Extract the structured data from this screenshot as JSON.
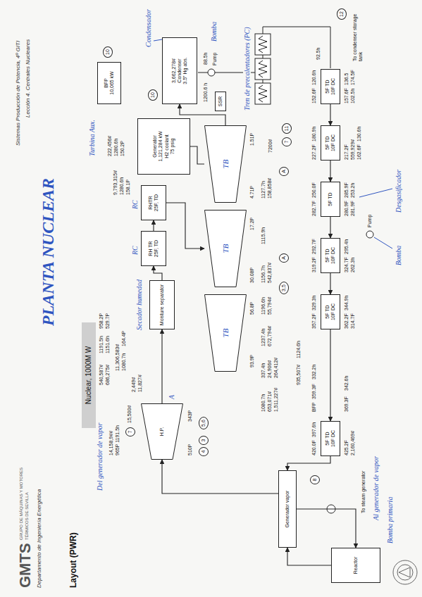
{
  "diagram": {
    "title": "PLANTA NUCLEAR",
    "nodes": [
      {
        "text": [
          "Reactor"
        ]
      },
      {
        "text": [
          "Generador vapor"
        ]
      },
      {
        "text": [
          "H.P."
        ]
      },
      {
        "text": [
          "Moisture separator"
        ]
      },
      {
        "text": [
          "RH TR",
          "25F, TD"
        ]
      },
      {
        "text": [
          "RHTR",
          "25F, TD"
        ]
      },
      {
        "text": [
          "TB"
        ]
      },
      {
        "text": [
          "TB"
        ]
      },
      {
        "text": [
          "TB"
        ]
      },
      {
        "text": [
          "Generator",
          "1,121,284 kW",
          "H2 coolant",
          "75 psig"
        ]
      },
      {
        "text": [
          "BFP",
          "10,065 kW"
        ]
      },
      {
        "text": [
          "3,662,278#",
          "Condenser",
          "3.5\" Hg abs."
        ]
      },
      {
        "text": [
          "SSR"
        ]
      },
      {
        "text": [
          "5F TD",
          "10F DC"
        ]
      },
      {
        "text": [
          "5F TD",
          "10F DC"
        ]
      },
      {
        "text": [
          "5F TD",
          "10F DC"
        ]
      },
      {
        "text": [
          "5F TD"
        ]
      },
      {
        "text": [
          "5F TD",
          "10F DC"
        ]
      },
      {
        "text": [
          "5F TD",
          "10F DC"
        ]
      },
      {
        "text": [
          "Nuclear, 1000M W"
        ]
      },
      {
        "text": [
          "7"
        ]
      },
      {
        "text": [
          "10"
        ]
      },
      {
        "text": [
          "10"
        ]
      },
      {
        "text": [
          "5,6"
        ]
      },
      {
        "text": [
          "4"
        ]
      },
      {
        "text": [
          "3"
        ]
      },
      {
        "text": [
          "8"
        ]
      },
      {
        "text": [
          "3,5"
        ]
      },
      {
        "text": [
          "A"
        ]
      },
      {
        "text": [
          "A"
        ]
      },
      {
        "text": [
          "7"
        ]
      },
      {
        "text": [
          "11"
        ]
      },
      {
        "text": [
          "12"
        ]
      }
    ],
    "edges": [
      {
        "from": 0,
        "to": 1,
        "arrow": "to"
      },
      {
        "from": 1,
        "to": 0,
        "arrow": "to"
      },
      {
        "from": 1,
        "to": 2,
        "arrow": "to"
      },
      {
        "from": 2,
        "to": 3,
        "arrow": "to"
      },
      {
        "from": 3,
        "to": 4,
        "arrow": "to"
      },
      {
        "from": 4,
        "to": 5,
        "arrow": "to"
      },
      {
        "from": 5,
        "to": 7,
        "arrow": "to"
      },
      {
        "from": 8,
        "to": 9,
        "arrow": "none"
      },
      {
        "from": 8,
        "to": 11,
        "arrow": "to"
      },
      {
        "from": 18,
        "to": 17,
        "arrow": "to"
      },
      {
        "from": 17,
        "to": 16,
        "arrow": "to"
      },
      {
        "from": 16,
        "to": 15,
        "arrow": "to"
      },
      {
        "from": 15,
        "to": 14,
        "arrow": "to"
      },
      {
        "from": 14,
        "to": 13,
        "arrow": "to"
      },
      {
        "from": 13,
        "to": 1,
        "arrow": "to"
      }
    ],
    "labels": [
      "GMTS",
      "GRUPO DE MÁQUINAS Y MOTORES",
      "TÉRMICOS DE SEVILLA",
      "Departamento de Ingeniería Energética",
      "Sistemas Producción de Potencia, 4º GITI",
      "Lección 4. Centrales Nucleares",
      "Layout (PWR)",
      "Del generador de vapor",
      "14,158,9##",
      "965P 1191.5h",
      "15,500#",
      "2,449#",
      "11,827#",
      "540,587#",
      "686,275#",
      "1191.5h",
      "958.2P",
      "1151.6h",
      "529.7P",
      "11,306,583#",
      "1080.7h",
      "164.4P",
      "Secador humedad",
      "RC",
      "RC",
      "A",
      "9,793,315#",
      "1280.6h",
      "158.1P",
      "222,456#",
      "1280.6h",
      "150.2P",
      "Turbina Aux.",
      "510P",
      "343P",
      "93.9P",
      "56.8P",
      "30.08P",
      "17.2P",
      "4.71P",
      "1.51P",
      "1080.7h",
      "653,071#",
      "1,511,227#",
      "337.4h",
      "24,906#",
      "264,412#",
      "1237.4h",
      "672,794#",
      "1196.6h",
      "55,794#",
      "1156.7h",
      "542,837#",
      "1115.9h",
      "1127.7h",
      "158,858#",
      "7200#",
      "1200.6 h",
      "88.5h",
      "Pump",
      "Condensador",
      "Bomba",
      "Tren de precalentadores (PC)",
      "To condenser storage tank",
      "92.5h",
      "420.0F",
      "397.6h",
      "425.2F",
      "2,160,469#",
      "BFP",
      "359.3F",
      "332.2h",
      "369.3F",
      "342.6h",
      "935,507#",
      "1124.6h",
      "357.2F",
      "329.3h",
      "362.2F",
      "344.9h",
      "314.7F",
      "319.2F",
      "292.7F",
      "324.7F",
      "295.4h",
      "262.3h",
      "282.7F",
      "250.0F",
      "280.9F",
      "285.9F",
      "281.9F",
      "253.2h",
      "Pump",
      "227.2F",
      "180.9h",
      "217.2F",
      "559,929#",
      "162.6F",
      "130.6h",
      "152.6F",
      "120.6h",
      "157.6F",
      "136.5",
      "102.5h",
      "174.5F",
      "To steam generator",
      "Al generador de vapor",
      "Bomba primaria",
      "Desgasificador",
      "Bomba"
    ]
  }
}
